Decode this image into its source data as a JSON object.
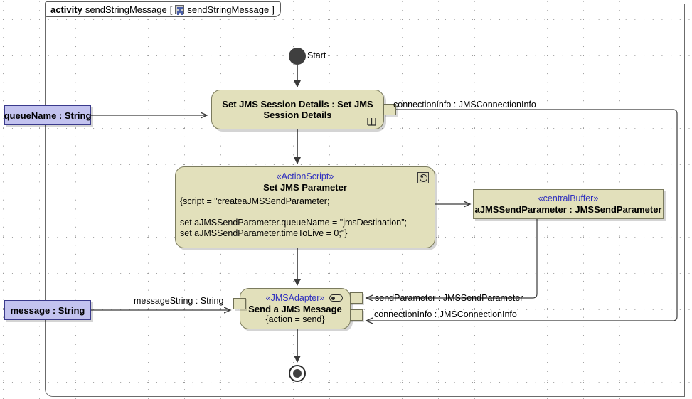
{
  "frame": {
    "keyword": "activity",
    "name": "sendStringMessage",
    "bracket_open": "[",
    "icon": "activity-diagram-icon",
    "qualified_name": "sendStringMessage",
    "bracket_close": "]"
  },
  "nodes": {
    "start": {
      "label": "Start",
      "icon": "initial-node-icon"
    },
    "session": {
      "title": "Set JMS Session Details : Set JMS Session Details",
      "icon": "rake-subactivity-icon"
    },
    "parameter": {
      "stereotype": "«ActionScript»",
      "title": "Set JMS Parameter",
      "body": "{script = \"createaJMSSendParameter;\n\nset aJMSSendParameter.queueName = \"jmsDestination\";\nset aJMSSendParameter.timeToLive = 0;\"}",
      "icon": "action-script-icon"
    },
    "buffer": {
      "stereotype": "«centralBuffer»",
      "title": "aJMSSendParameter : JMSSendParameter"
    },
    "send": {
      "stereotype": "«JMSAdapter»",
      "title": "Send a JMS Message",
      "body": "{action = send}",
      "icon": "jms-adapter-icon"
    },
    "end": {
      "icon": "activity-final-node-icon"
    }
  },
  "parameters": [
    {
      "id": "queueName",
      "label": "queueName : String"
    },
    {
      "id": "message",
      "label": "message : String"
    }
  ],
  "pins": [
    {
      "id": "connectionInfo-out",
      "label": "connectionInfo : JMSConnectionInfo"
    },
    {
      "id": "messageString-in",
      "label": "messageString : String"
    },
    {
      "id": "sendParameter-in",
      "label": "sendParameter : JMSSendParameter"
    },
    {
      "id": "connectionInfo-in",
      "label": "connectionInfo : JMSConnectionInfo"
    }
  ],
  "colors": {
    "node_fill": "#e2e0bb",
    "node_border": "#7b7b5e",
    "parameter_fill": "#c3c3ef",
    "parameter_border": "#3a3a8c",
    "stereotype_text": "#2f2fbf",
    "wire": "#3a3a3a",
    "frame_border": "#6b6b6b"
  }
}
